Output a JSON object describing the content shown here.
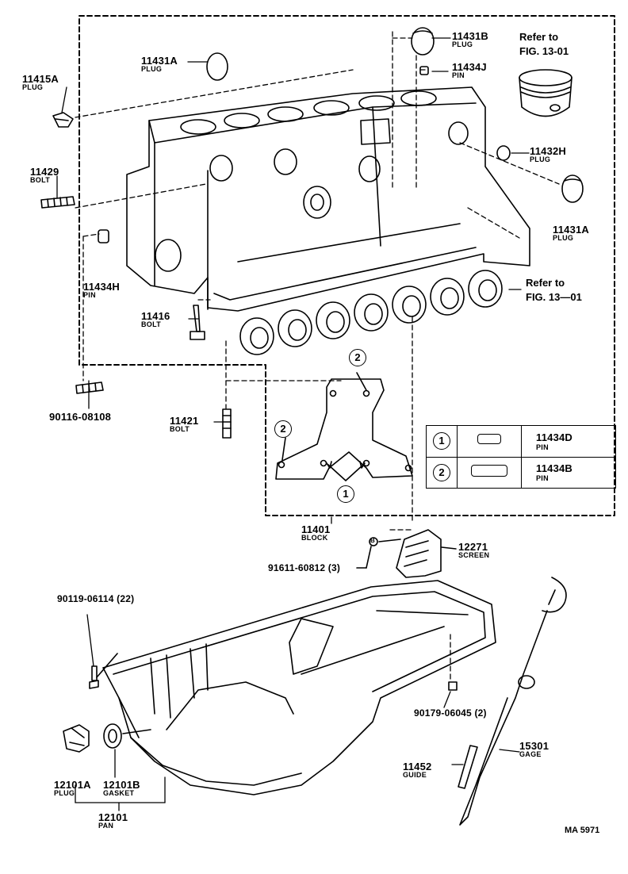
{
  "parts": {
    "p11431b": {
      "num": "11431B",
      "name": "PLUG"
    },
    "p11434j": {
      "num": "11434J",
      "name": "PIN"
    },
    "p11431a_top": {
      "num": "11431A",
      "name": "PLUG"
    },
    "p11415a": {
      "num": "11415A",
      "name": "PLUG"
    },
    "p11429": {
      "num": "11429",
      "name": "BOLT"
    },
    "p11432h": {
      "num": "11432H",
      "name": "PLUG"
    },
    "p11431a_right": {
      "num": "11431A",
      "name": "PLUG"
    },
    "p11434h": {
      "num": "11434H",
      "name": "PIN"
    },
    "p11416": {
      "num": "11416",
      "name": "BOLT"
    },
    "p90116": {
      "num": "90116-08108"
    },
    "p11421": {
      "num": "11421",
      "name": "BOLT"
    },
    "p11401": {
      "num": "11401",
      "name": "BLOCK"
    },
    "p91611": {
      "num": "91611-60812 (3)"
    },
    "p12271": {
      "num": "12271",
      "name": "SCREEN"
    },
    "p90119": {
      "num": "90119-06114 (22)"
    },
    "p90179": {
      "num": "90179-06045 (2)"
    },
    "p15301": {
      "num": "15301",
      "name": "GAGE"
    },
    "p11452": {
      "num": "11452",
      "name": "GUIDE"
    },
    "p12101a": {
      "num": "12101A",
      "name": "PLUG"
    },
    "p12101b": {
      "num": "12101B",
      "name": "GASKET"
    },
    "p12101": {
      "num": "12101",
      "name": "PAN"
    }
  },
  "refs": {
    "top": [
      "Refer to",
      "FIG. 13-01"
    ],
    "bearing": [
      "Refer to",
      "FIG. 13—01"
    ]
  },
  "callouts": {
    "one": "1",
    "two": "2",
    "b_mark": "B"
  },
  "legend": [
    {
      "mark": "1",
      "num": "11434D",
      "name": "PIN"
    },
    {
      "mark": "2",
      "num": "11434B",
      "name": "PIN"
    }
  ],
  "code": "MA 5971"
}
